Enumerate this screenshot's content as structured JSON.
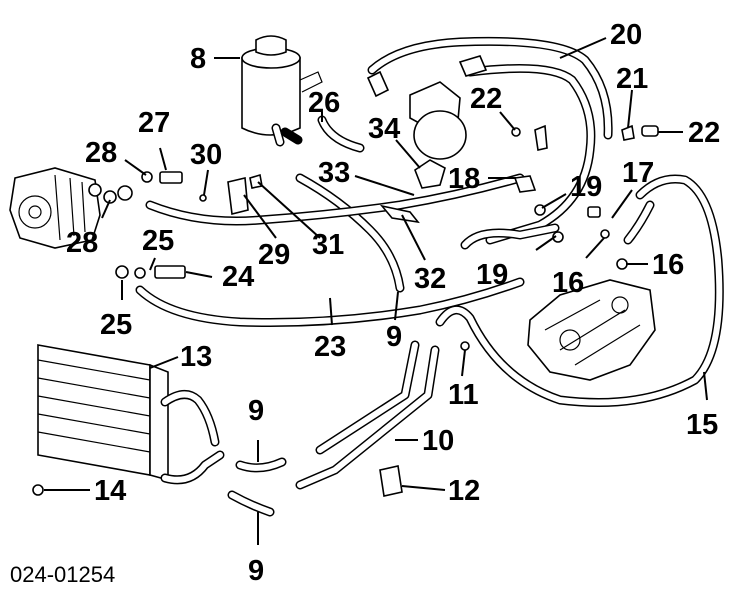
{
  "diagram_code": "024-01254",
  "callouts": [
    {
      "id": "c8",
      "label": "8"
    },
    {
      "id": "c20",
      "label": "20"
    },
    {
      "id": "c21",
      "label": "21"
    },
    {
      "id": "c22a",
      "label": "22"
    },
    {
      "id": "c22b",
      "label": "22"
    },
    {
      "id": "c26",
      "label": "26"
    },
    {
      "id": "c27",
      "label": "27"
    },
    {
      "id": "c28a",
      "label": "28"
    },
    {
      "id": "c28b",
      "label": "28"
    },
    {
      "id": "c30",
      "label": "30"
    },
    {
      "id": "c34",
      "label": "34"
    },
    {
      "id": "c33",
      "label": "33"
    },
    {
      "id": "c18",
      "label": "18"
    },
    {
      "id": "c19a",
      "label": "19"
    },
    {
      "id": "c19b",
      "label": "19"
    },
    {
      "id": "c17",
      "label": "17"
    },
    {
      "id": "c16a",
      "label": "16"
    },
    {
      "id": "c16b",
      "label": "16"
    },
    {
      "id": "c29",
      "label": "29"
    },
    {
      "id": "c31",
      "label": "31"
    },
    {
      "id": "c32",
      "label": "32"
    },
    {
      "id": "c25a",
      "label": "25"
    },
    {
      "id": "c25b",
      "label": "25"
    },
    {
      "id": "c24",
      "label": "24"
    },
    {
      "id": "c23",
      "label": "23"
    },
    {
      "id": "c9a",
      "label": "9"
    },
    {
      "id": "c9b",
      "label": "9"
    },
    {
      "id": "c9c",
      "label": "9"
    },
    {
      "id": "c13",
      "label": "13"
    },
    {
      "id": "c11",
      "label": "11"
    },
    {
      "id": "c10",
      "label": "10"
    },
    {
      "id": "c15",
      "label": "15"
    },
    {
      "id": "c14",
      "label": "14"
    },
    {
      "id": "c12",
      "label": "12"
    }
  ]
}
